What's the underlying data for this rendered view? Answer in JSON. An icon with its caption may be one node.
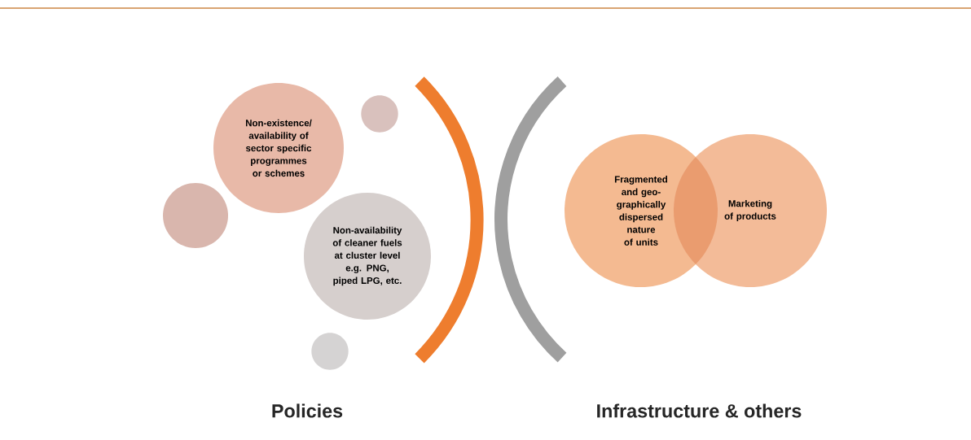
{
  "diagram": {
    "nodes": [
      {
        "text": [],
        "shape": "circle"
      },
      {
        "text": [
          "Non-existence/ availability of sector specific programmes or schemes"
        ]
      },
      {
        "text": [],
        "shape": "circle"
      },
      {
        "text": [
          "Fragmented and geo-graphically dispersed nature of units"
        ]
      },
      {
        "text": [
          "Marketing of products"
        ]
      },
      {
        "text": [
          "Non-availability of cleaner fuels at cluster level e.g. PNG, piped LPG, etc."
        ]
      },
      {
        "text": [],
        "shape": "circle"
      }
    ],
    "labels": [
      "Policies",
      "Infrastructure & others"
    ]
  }
}
